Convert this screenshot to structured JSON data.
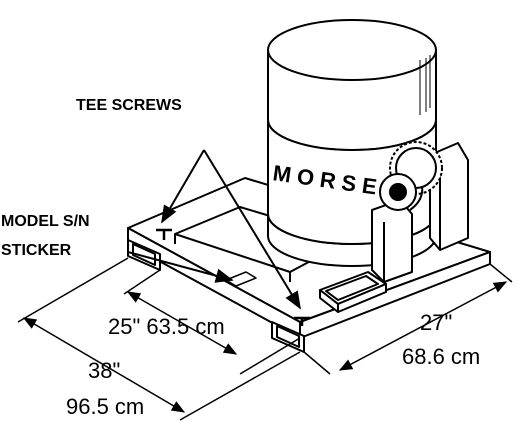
{
  "labels": {
    "tee_screws": "TEE SCREWS",
    "model_sn_line1": "MODEL S/N",
    "model_sn_line2": "STICKER",
    "brand": "MORSE"
  },
  "dimensions": {
    "inner_width": "25\" 63.5 cm",
    "depth_in": "27\"",
    "depth_cm": "68.6 cm",
    "length_in": "38\"",
    "length_cm": "96.5 cm"
  }
}
